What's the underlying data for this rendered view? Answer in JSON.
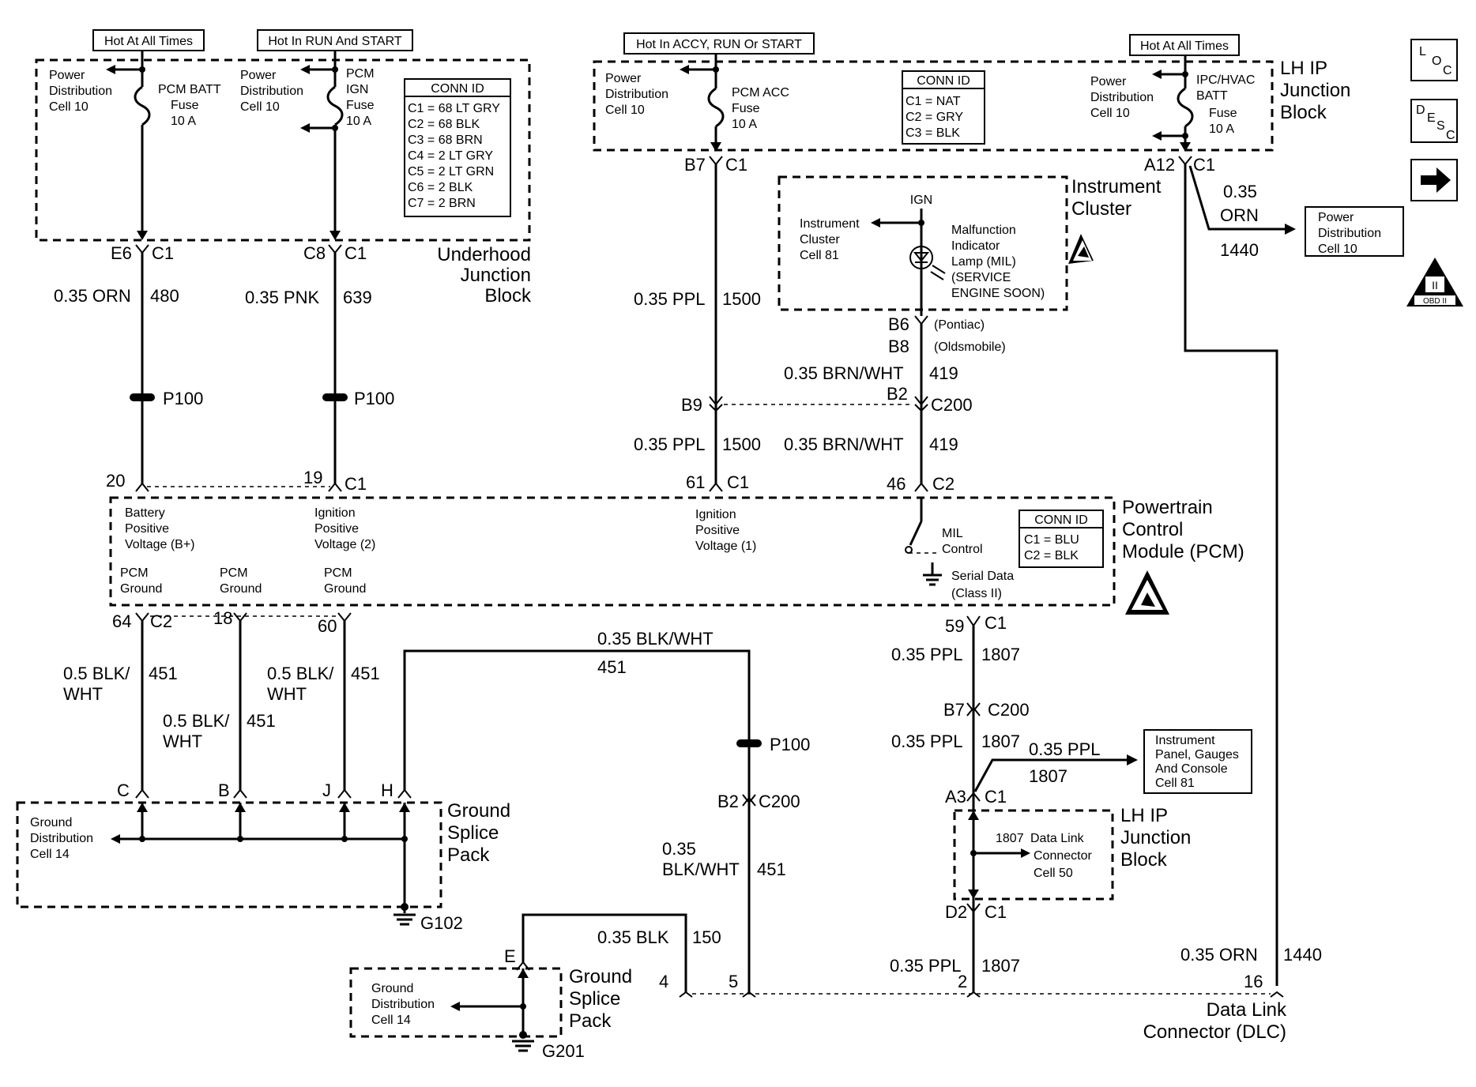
{
  "hot_labels": {
    "hot_at_all_times_1": "Hot At All Times",
    "hot_run_start": "Hot In RUN And START",
    "hot_accy": "Hot In ACCY, RUN Or START",
    "hot_at_all_times_2": "Hot At All Times"
  },
  "underhood": {
    "pdc1": [
      "Power",
      "Distribution",
      "Cell 10"
    ],
    "pcm_batt_fuse": [
      "PCM BATT",
      "Fuse",
      "10 A"
    ],
    "pdc2": [
      "Power",
      "Distribution",
      "Cell 10"
    ],
    "pcm_ign_fuse": [
      "PCM",
      "IGN",
      "Fuse",
      "10 A"
    ],
    "conn_id_title": "CONN ID",
    "conn_id": [
      "C1 = 68 LT GRY",
      "C2 = 68 BLK",
      "C3 = 68 BRN",
      "C4 = 2 LT GRY",
      "C5 = 2 LT GRN",
      "C6 = 2 BLK",
      "C7 = 2 BRN"
    ],
    "block_name": [
      "Underhood",
      "Junction",
      "Block"
    ],
    "pin_e6": "E6",
    "pin_c8": "C8",
    "c1": "C1"
  },
  "lh_ip_top": {
    "pdc_left": [
      "Power",
      "Distribution",
      "Cell 10"
    ],
    "pcm_acc_fuse": [
      "PCM ACC",
      "Fuse",
      "10 A"
    ],
    "conn_id_title": "CONN ID",
    "conn_id": [
      "C1 = NAT",
      "C2 = GRY",
      "C3 = BLK"
    ],
    "pdc_right": [
      "Power",
      "Distribution",
      "Cell 10"
    ],
    "ipc_fuse": [
      "IPC/HVAC",
      "BATT",
      "Fuse",
      "10 A"
    ],
    "block_name": [
      "LH IP",
      "Junction",
      "Block"
    ],
    "pin_b7": "B7",
    "pin_a12": "A12",
    "c1": "C1"
  },
  "instrument_cluster": {
    "name": [
      "Instrument",
      "Cluster"
    ],
    "ign": "IGN",
    "ref": [
      "Instrument",
      "Cluster",
      "Cell 81"
    ],
    "mil": [
      "Malfunction",
      "Indicator",
      "Lamp (MIL)",
      "(SERVICE",
      "ENGINE SOON)"
    ],
    "pin_b6": "B6",
    "pontiac": "(Pontiac)",
    "pin_b8": "B8",
    "olds": "(Oldsmobile)"
  },
  "power_dist_ref": [
    "Power",
    "Distribution",
    "Cell 10"
  ],
  "wires": {
    "w480_gauge": "0.35 ORN",
    "w480_num": "480",
    "w639_gauge": "0.35 PNK",
    "w639_num": "639",
    "w1500_gauge": "0.35 PPL",
    "w1500_num": "1500",
    "w419_gauge": "0.35 BRN/WHT",
    "w419_num": "419",
    "w1500b_gauge": "0.35 PPL",
    "w1500b_num": "1500",
    "w419b_gauge": "0.35 BRN/WHT",
    "w419b_num": "419",
    "w1440_gauge": [
      "0.35",
      "ORN"
    ],
    "w1440_num": "1440",
    "w451a_gauge": [
      "0.5 BLK/",
      "WHT"
    ],
    "w451a_num": "451",
    "w451b_gauge": [
      "0.5 BLK/",
      "WHT"
    ],
    "w451b_num": "451",
    "w451c_gauge": [
      "0.5 BLK/",
      "WHT"
    ],
    "w451c_num": "451",
    "w451d_gauge": "0.35 BLK/WHT",
    "w451d_num": "451",
    "w451e_gauge": [
      "0.35",
      "BLK/WHT"
    ],
    "w451e_num": "451",
    "w150_gauge": "0.35 BLK",
    "w150_num": "150",
    "w1807a_gauge": "0.35 PPL",
    "w1807a_num": "1807",
    "w1807b_gauge": "0.35 PPL",
    "w1807b_num": "1807",
    "w1807c_gauge": "0.35 PPL",
    "w1807c_num": "1807",
    "w1807d_gauge": "0.35 PPL",
    "w1807d_num": "1807",
    "w1440b_gauge": "0.35 ORN",
    "w1440b_num": "1440"
  },
  "splices": {
    "p100": "P100"
  },
  "connectors": {
    "b9": "B9",
    "b2": "B2",
    "c200": "C200",
    "pcm20": "20",
    "pcm19": "19",
    "c1": "C1",
    "pcm61": "61",
    "pcm46": "46",
    "c2": "C2",
    "pcm64": "64",
    "pcm18": "18",
    "pcm60": "60",
    "pcm59": "59",
    "b7": "B7",
    "a3": "A3",
    "d2": "D2",
    "gsp_c": "C",
    "gsp_b": "B",
    "gsp_j": "J",
    "gsp_h": "H",
    "b2_lower": "B2",
    "gsp_e": "E",
    "dlc4": "4",
    "dlc5": "5",
    "dlc2": "2",
    "dlc16": "16"
  },
  "pcm": {
    "name": [
      "Powertrain",
      "Control",
      "Module (PCM)"
    ],
    "batt": [
      "Battery",
      "Positive",
      "Voltage (B+)"
    ],
    "ign2": [
      "Ignition",
      "Positive",
      "Voltage (2)"
    ],
    "ign1": [
      "Ignition",
      "Positive",
      "Voltage (1)"
    ],
    "mil": [
      "MIL",
      "Control"
    ],
    "serial": [
      "Serial Data",
      "(Class II)"
    ],
    "ground": [
      "PCM",
      "Ground"
    ],
    "conn_id_title": "CONN ID",
    "conn_id": [
      "C1 = BLU",
      "C2 = BLK"
    ]
  },
  "ground_splice_1": {
    "name": [
      "Ground",
      "Splice",
      "Pack"
    ],
    "ref": [
      "Ground",
      "Distribution",
      "Cell 14"
    ],
    "ground": "G102"
  },
  "ground_splice_2": {
    "name": [
      "Ground",
      "Splice",
      "Pack"
    ],
    "ref": [
      "Ground",
      "Distribution",
      "Cell 14"
    ],
    "ground": "G201"
  },
  "ip_gauges_ref": [
    "Instrument",
    "Panel, Gauges",
    "And Console",
    "Cell 81"
  ],
  "lh_ip_lower": {
    "name": [
      "LH IP",
      "Junction",
      "Block"
    ],
    "dlc_ref": [
      "1807",
      "Data Link",
      "Connector",
      "Cell 50"
    ]
  },
  "dlc": {
    "name": [
      "Data Link",
      "Connector (DLC)"
    ]
  },
  "right_icons": {
    "loc": [
      "L",
      "O",
      "C"
    ],
    "desc": [
      "D",
      "E",
      "S",
      "C"
    ],
    "obd": [
      "II",
      "OBD II"
    ]
  }
}
